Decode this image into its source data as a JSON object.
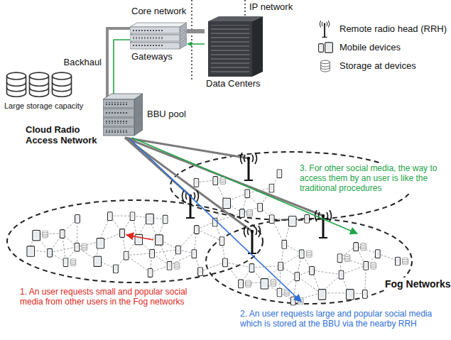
{
  "diagram": {
    "nodes": [
      {
        "text": [
          "Gateways"
        ]
      },
      {
        "text": [
          "Data Centers"
        ]
      },
      {
        "text": [
          "BBU pool"
        ]
      }
    ],
    "edges": [
      {
        "from": 0,
        "to": 1,
        "arrow": "none"
      },
      {
        "from": 1,
        "to": 0,
        "arrow": "to"
      },
      {
        "from": 2,
        "to": 0,
        "arrow": "none",
        "label": "Backhaul"
      }
    ],
    "labels": [
      "Core network",
      "IP network",
      "Large storage capacity",
      "Cloud Radio Access Network",
      "Fog Networks",
      "1. An user requests small and popular social media from other users in the Fog networks",
      "2. An user requests large and popular social media which is stored at the BBU via the nearby RRH",
      "3. For other social media, the way to access them by an user is like the traditional procedures"
    ],
    "legend": [
      {
        "text": "Remote radio head (RRH)"
      },
      {
        "text": "Mobile devices"
      },
      {
        "text": "Storage at devices"
      }
    ]
  }
}
